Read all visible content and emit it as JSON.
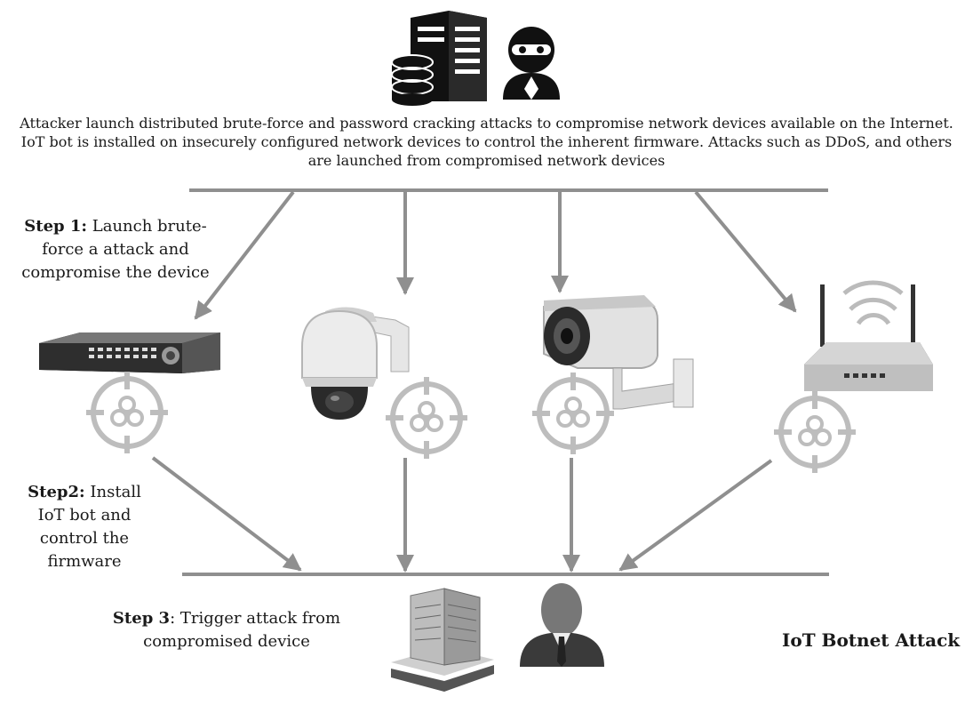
{
  "description": "Attacker launch distributed brute-force and password cracking attacks to compromise network devices available on the Internet. IoT bot is installed on insecurely configured network devices to control the inherent firmware. Attacks such as DDoS, and others are launched from compromised network devices",
  "steps": [
    {
      "label": "Step 1:",
      "text": " Launch brute-force a attack and compromise the device"
    },
    {
      "label": "Step2:",
      "text": " Install IoT bot and control the firmware"
    },
    {
      "label": "Step 3",
      "text": ": Trigger attack from compromised device"
    }
  ],
  "caption": "IoT Botnet Attack",
  "icons": {
    "attacker": [
      "server-icon",
      "database-icon",
      "hacker-icon"
    ],
    "devices": [
      "dvr-icon",
      "ptz-camera-icon",
      "bullet-camera-icon",
      "wifi-router-icon"
    ],
    "infection_marker": "biohazard-target-icon",
    "targets": [
      "office-building-icon",
      "person-icon"
    ]
  },
  "colors": {
    "line": "#8f8f8f",
    "dark": "#111111",
    "marker": "#bdbdbd"
  }
}
